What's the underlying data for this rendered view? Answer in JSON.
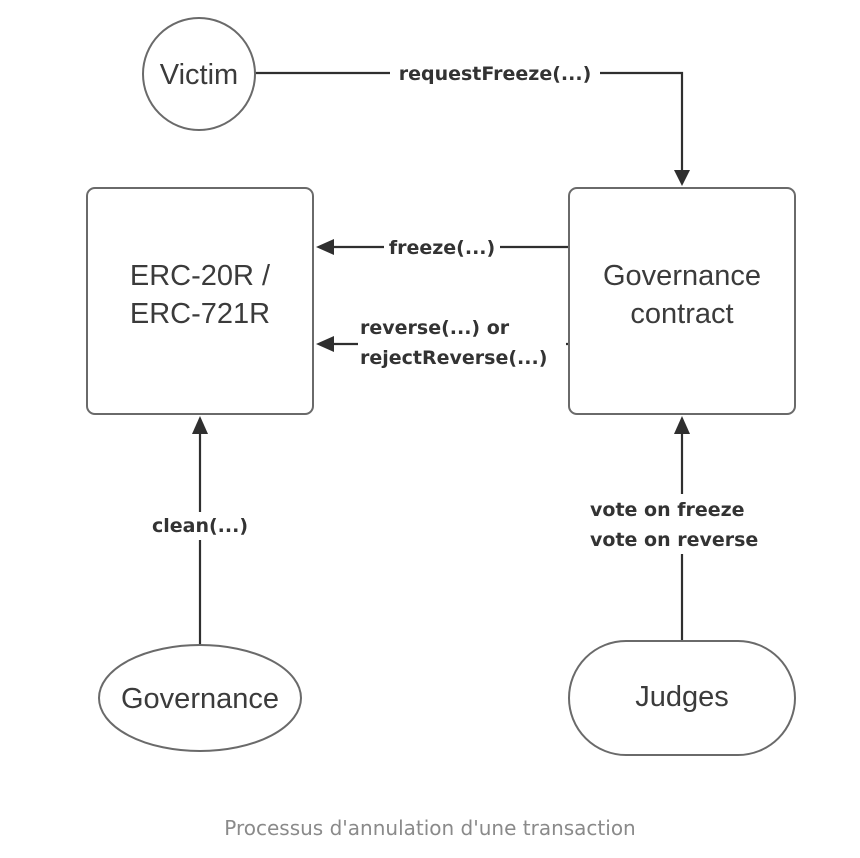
{
  "nodes": {
    "victim": "Victim",
    "erc_line1": "ERC-20R /",
    "erc_line2": "ERC-721R",
    "gov_contract_line1": "Governance",
    "gov_contract_line2": "contract",
    "governance": "Governance",
    "judges": "Judges"
  },
  "edges": {
    "request_freeze": "requestFreeze(...)",
    "freeze": "freeze(...)",
    "reverse_line1": "reverse(...) or",
    "reverse_line2": "rejectReverse(...)",
    "clean": "clean(...)",
    "vote_line1": "vote on freeze",
    "vote_line2": "vote on reverse"
  },
  "caption": "Processus d'annulation d'une transaction"
}
